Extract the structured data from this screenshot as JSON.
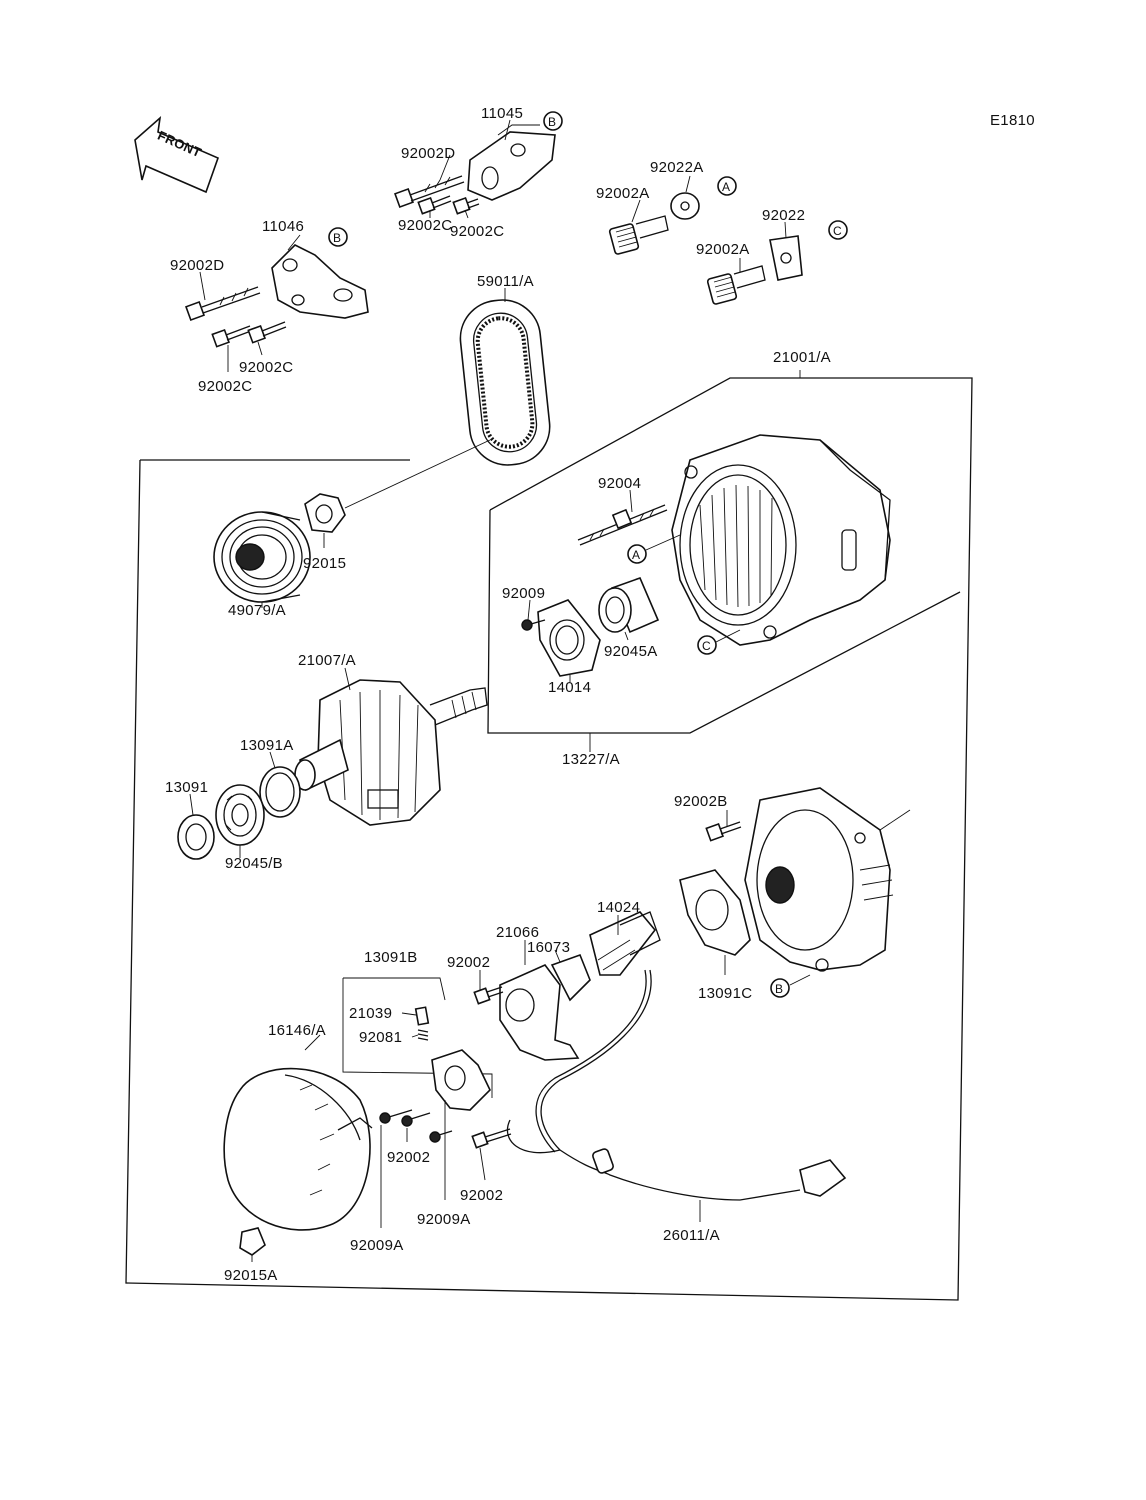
{
  "diagram_code": "E1810",
  "front_label": "FRONT",
  "circle_markers": [
    "A",
    "B",
    "C"
  ],
  "parts": [
    {
      "id": "p11045",
      "label": "11045"
    },
    {
      "id": "p92002D_a",
      "label": "92002D"
    },
    {
      "id": "p92002C_a",
      "label": "92002C"
    },
    {
      "id": "p92002C_b",
      "label": "92002C"
    },
    {
      "id": "p11046",
      "label": "11046"
    },
    {
      "id": "p92002D_b",
      "label": "92002D"
    },
    {
      "id": "p92002C_c",
      "label": "92002C"
    },
    {
      "id": "p92002C_d",
      "label": "92002C"
    },
    {
      "id": "p92022A",
      "label": "92022A"
    },
    {
      "id": "p92002A_a",
      "label": "92002A"
    },
    {
      "id": "p92022",
      "label": "92022"
    },
    {
      "id": "p92002A_b",
      "label": "92002A"
    },
    {
      "id": "p59011A",
      "label": "59011/A"
    },
    {
      "id": "p21001A",
      "label": "21001/A"
    },
    {
      "id": "p92015",
      "label": "92015"
    },
    {
      "id": "p49079A",
      "label": "49079/A"
    },
    {
      "id": "p92004",
      "label": "92004"
    },
    {
      "id": "p92009",
      "label": "92009"
    },
    {
      "id": "p92045A",
      "label": "92045A"
    },
    {
      "id": "p14014",
      "label": "14014"
    },
    {
      "id": "p21007A",
      "label": "21007/A"
    },
    {
      "id": "p13091A",
      "label": "13091A"
    },
    {
      "id": "p13091",
      "label": "13091"
    },
    {
      "id": "p92045B",
      "label": "92045/B"
    },
    {
      "id": "p13227A",
      "label": "13227/A"
    },
    {
      "id": "p92002B",
      "label": "92002B"
    },
    {
      "id": "p14024",
      "label": "14024"
    },
    {
      "id": "p21066",
      "label": "21066"
    },
    {
      "id": "p16073",
      "label": "16073"
    },
    {
      "id": "p13091B",
      "label": "13091B"
    },
    {
      "id": "p92002_a",
      "label": "92002"
    },
    {
      "id": "p13091C",
      "label": "13091C"
    },
    {
      "id": "p21039",
      "label": "21039"
    },
    {
      "id": "p92081",
      "label": "92081"
    },
    {
      "id": "p16146A",
      "label": "16146/A"
    },
    {
      "id": "p92002_b",
      "label": "92002"
    },
    {
      "id": "p92002_c",
      "label": "92002"
    },
    {
      "id": "p92009A_a",
      "label": "92009A"
    },
    {
      "id": "p92009A_b",
      "label": "92009A"
    },
    {
      "id": "p26011A",
      "label": "26011/A"
    },
    {
      "id": "p92015A",
      "label": "92015A"
    }
  ]
}
